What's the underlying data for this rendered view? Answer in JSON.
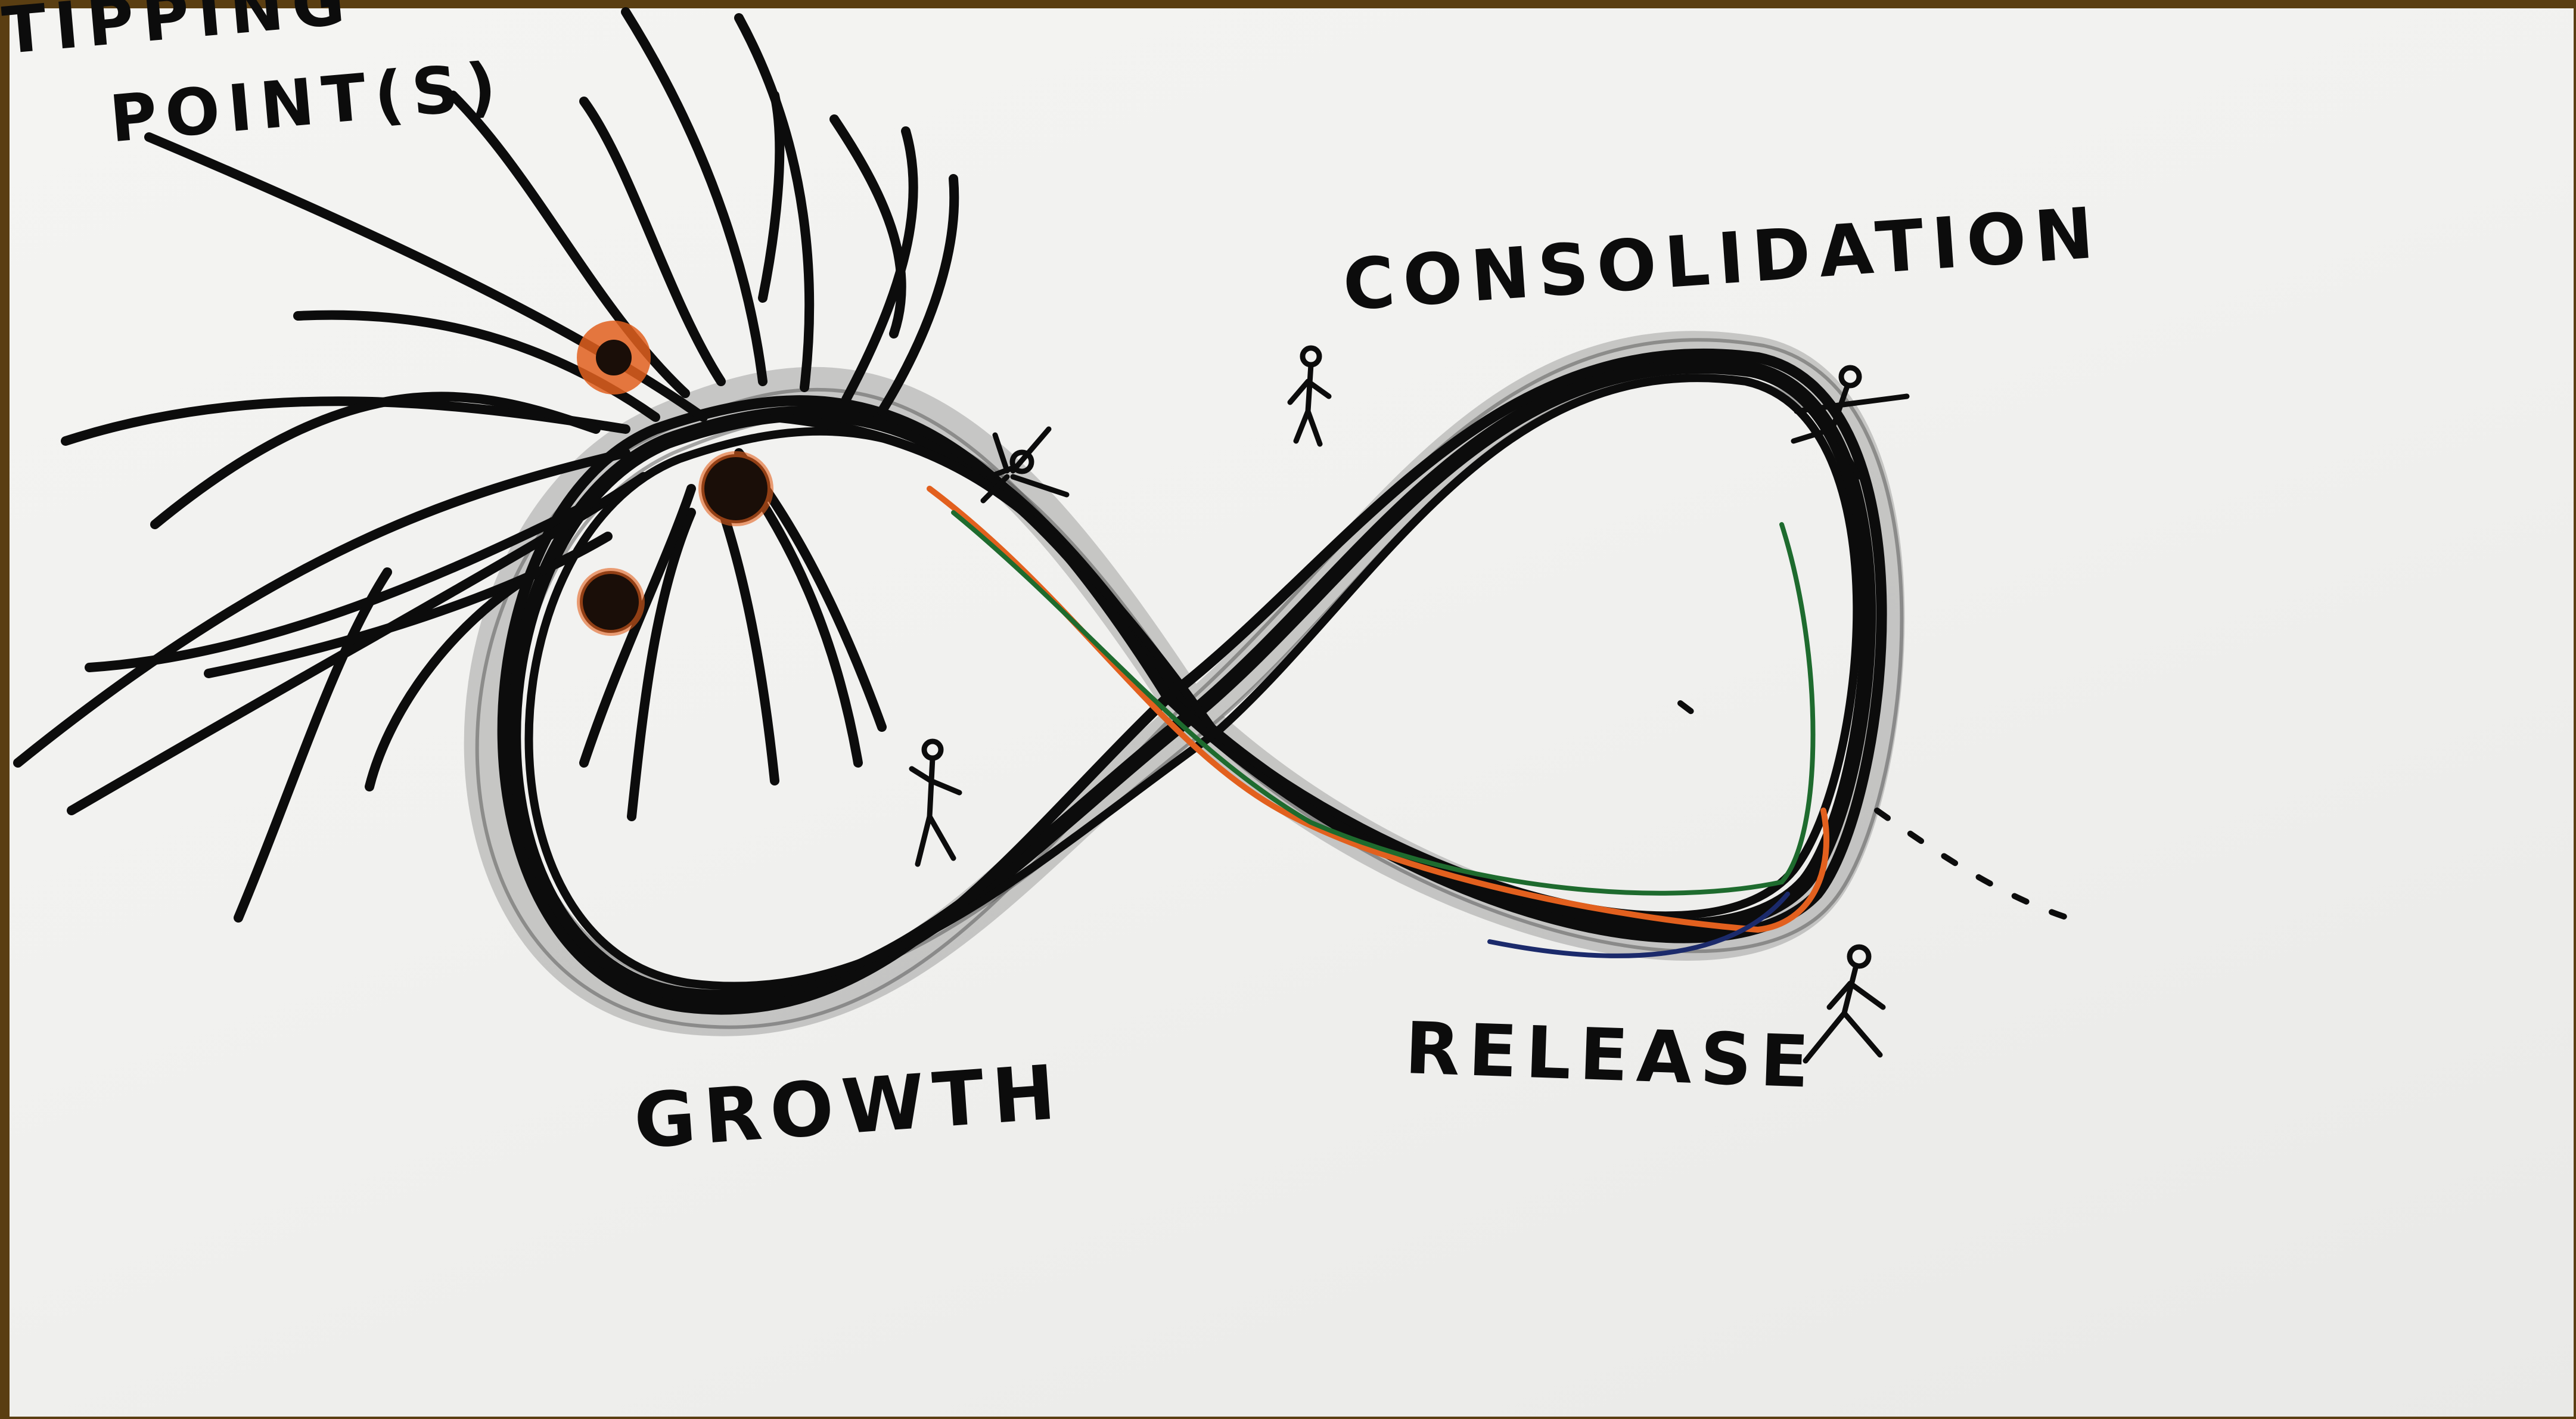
{
  "labels": {
    "consolidation": "CONSOLIDATION",
    "growth": "GROWTH",
    "release": "RELEASE",
    "tipping_line1": "TIPPING",
    "tipping_line2": "POINT(S)"
  },
  "colors": {
    "paper": "#f2f2f0",
    "frame": "#5a3e12",
    "ink": "#0c0c0c",
    "pencil": "#4a4a4a",
    "orange_accent": "#e2601e",
    "green_accent": "#1e6b2e",
    "blue_accent": "#1b2a6b"
  },
  "icons": {
    "main_shape": "infinity-loop",
    "roots": "tangled-roots",
    "figures": "stick-figure"
  }
}
